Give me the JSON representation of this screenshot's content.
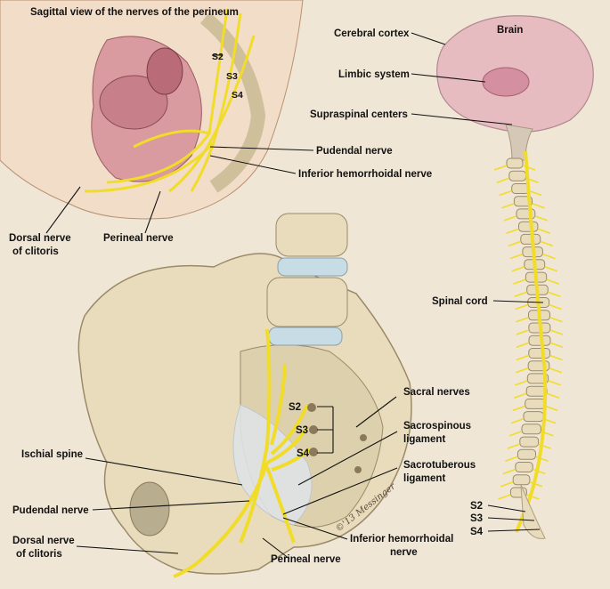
{
  "title": "Sagittal view of the nerves of the perineum",
  "labels": {
    "brain": "Brain",
    "cerebral_cortex": "Cerebral cortex",
    "limbic_system": "Limbic system",
    "supraspinal_centers": "Supraspinal centers",
    "spinal_cord": "Spinal cord",
    "pudendal_nerve_top": "Pudendal nerve",
    "inferior_hemorrhoidal_nerve_top": "Inferior hemorrhoidal nerve",
    "dorsal_nerve_top_line1": "Dorsal nerve",
    "dorsal_nerve_top_line2": "of clitoris",
    "perineal_nerve_top": "Perineal nerve",
    "inset_s2": "S2",
    "inset_s3": "S3",
    "inset_s4": "S4",
    "sacral_nerves": "Sacral nerves",
    "sacrum_s2": "S2",
    "sacrum_s3": "S3",
    "sacrum_s4": "S4",
    "sacrospinous_line1": "Sacrospinous",
    "sacrospinous_line2": "ligament",
    "sacrotuberous_line1": "Sacrotuberous",
    "sacrotuberous_line2": "ligament",
    "ischial_spine": "Ischial spine",
    "pudendal_nerve_bottom": "Pudendal nerve",
    "dorsal_nerve_bottom_line1": "Dorsal nerve",
    "dorsal_nerve_bottom_line2": "of clitoris",
    "perineal_nerve_bottom": "Perineal nerve",
    "inferior_hemorrhoidal_bottom_line1": "Inferior hemorrhoidal",
    "inferior_hemorrhoidal_bottom_line2": "nerve",
    "spine_s2": "S2",
    "spine_s3": "S3",
    "spine_s4": "S4",
    "signature": "©'13 Messinger"
  },
  "colors": {
    "background": "#efe6d6",
    "nerve": "#f1dc2a",
    "bone": "#e8dcbc",
    "tissue": "#d9a2a6",
    "brain": "#e7bcc0"
  }
}
